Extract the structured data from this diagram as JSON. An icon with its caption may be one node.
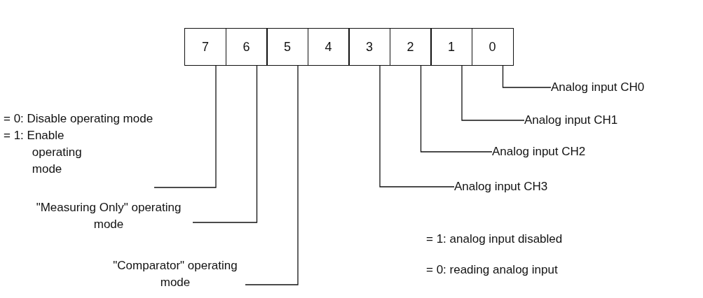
{
  "diagram": {
    "nodes": [
      {
        "text": [
          "7"
        ]
      },
      {
        "text": [
          "6"
        ]
      },
      {
        "text": [
          "5"
        ]
      },
      {
        "text": [
          "4"
        ]
      },
      {
        "text": [
          "3"
        ]
      },
      {
        "text": [
          "2"
        ]
      },
      {
        "text": [
          "1"
        ]
      },
      {
        "text": [
          "0"
        ]
      },
      {
        "text": [
          "= 0: Disable operating mode",
          "= 1: Enable operating mode"
        ]
      },
      {
        "text": [
          "\"Measuring Only\" operating mode"
        ]
      },
      {
        "text": [
          "\"Comparator\" operating mode"
        ]
      },
      {
        "text": [
          "Analog input CH0"
        ]
      },
      {
        "text": [
          "Analog input CH1"
        ]
      },
      {
        "text": [
          "Analog input CH2"
        ]
      },
      {
        "text": [
          "Analog input CH3"
        ]
      }
    ],
    "edges": [
      {
        "from": 8,
        "to": 0,
        "arrow": "none"
      },
      {
        "from": 9,
        "to": 1,
        "arrow": "none"
      },
      {
        "from": 10,
        "to": 2,
        "arrow": "none"
      },
      {
        "from": 11,
        "to": 7,
        "arrow": "none"
      },
      {
        "from": 12,
        "to": 6,
        "arrow": "none"
      },
      {
        "from": 13,
        "to": 5,
        "arrow": "none"
      },
      {
        "from": 14,
        "to": 4,
        "arrow": "none"
      }
    ],
    "labels": [
      "= 1: analog input disabled",
      "= 0: reading analog input"
    ]
  }
}
